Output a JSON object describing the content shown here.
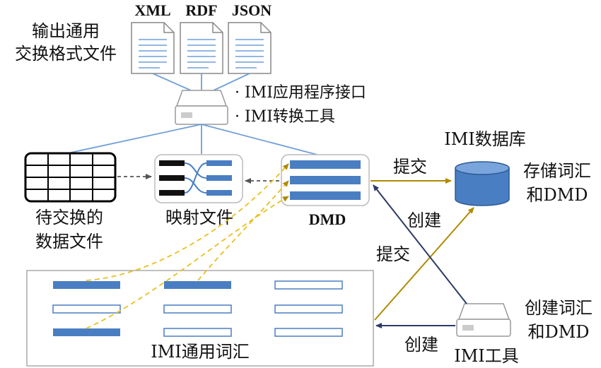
{
  "formats": {
    "items": [
      "XML",
      "RDF",
      "JSON"
    ],
    "caption_line1": "输出通用",
    "caption_line2": "交换格式文件"
  },
  "server_top": {
    "bullet1": "· IMI应用程序接口",
    "bullet2": "· IMI转换工具"
  },
  "data_files": {
    "label_line1": "待交换的",
    "label_line2": "数据文件"
  },
  "mapping_file": {
    "label": "映射文件"
  },
  "dmd": {
    "label": "DMD"
  },
  "database": {
    "title": "IMI数据库",
    "note_line1": "存储词汇",
    "note_line2": "和DMD"
  },
  "vocabulary": {
    "label": "IMI通用词汇"
  },
  "imi_tool": {
    "label": "IMI工具",
    "note_line1": "创建词汇",
    "note_line2": "和DMD"
  },
  "edges": {
    "dmd_to_db": "提交",
    "tool_to_dmd": "创建",
    "vocab_to_db": "提交",
    "tool_to_vocab": "创建"
  },
  "colors": {
    "blue": "#4a7ec2",
    "line_blue": "#6f9fd8",
    "gold": "#b08a00",
    "dash_gold": "#e8c020",
    "navy": "#2b3a66",
    "gray": "#9a9a9a"
  }
}
